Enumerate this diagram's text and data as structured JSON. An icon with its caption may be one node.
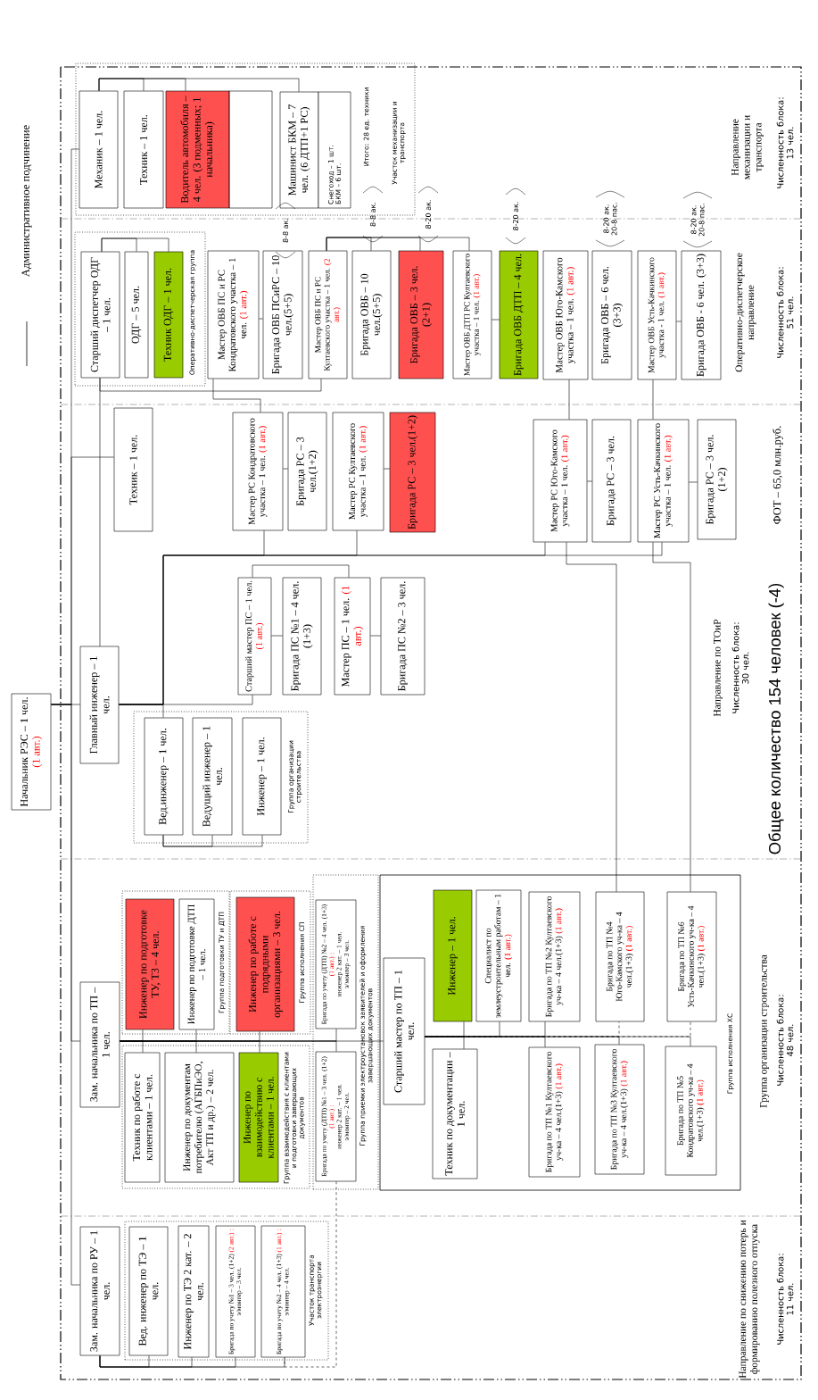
{
  "diagram": {
    "nodes": [
      {
        "text": [
          "Начальник РЭС – 1 чел.",
          "(1 авт.)"
        ]
      },
      {
        "text": [
          "Главный инженер – 1 чел."
        ]
      },
      {
        "text": [
          "Участок механизации и транспорта",
          "Итого: 28 ед. техники"
        ]
      },
      {
        "text": [
          "Механик – 1 чел."
        ],
        "in": 2
      },
      {
        "text": [
          "Техник – 1 чел."
        ],
        "in": 2
      },
      {
        "text": [
          "Водитель автомобиля – 4 чел. (3 подменных; 1 начальника)"
        ],
        "in": 2
      },
      {
        "text": [],
        "shape": "box",
        "in": 2
      },
      {
        "text": [
          "Машинист БКМ – 7 чел. (6 ДТП+1 РС)"
        ],
        "in": 2
      },
      {
        "text": [
          "Снегоход – 1 шт.",
          "БКМ – 6 шт."
        ],
        "in": 2
      },
      {
        "text": [
          "Оперативно-диспетчерская группа"
        ]
      },
      {
        "text": [
          "Старший диспетчер ОДГ – 1 чел."
        ],
        "in": 9
      },
      {
        "text": [
          "ОДГ – 5 чел."
        ],
        "in": 9
      },
      {
        "text": [
          "Техник ОДГ – 1 чел."
        ],
        "in": 9
      },
      {
        "text": [
          "Мастер ОВБ ПС и РС Кондратовского участка – 1 чел.",
          "(1 авт.)"
        ]
      },
      {
        "text": [
          "Бригада ОВБ ПСиРС – 10 чел.(5+5)"
        ],
        "beside": [
          "8-8 ак."
        ]
      },
      {
        "text": [
          "Мастер ОВБ ПС и РС Култаевского участка – 1 чел.",
          "(2 авт.)"
        ]
      },
      {
        "text": [
          "Бригада ОВБ – 10 чел.(5+5)"
        ],
        "beside": [
          "8-8 ак."
        ]
      },
      {
        "text": [
          "Бригада ОВБ – 3 чел. (2+1)"
        ],
        "beside": [
          "8-20 ак."
        ]
      },
      {
        "text": [
          "Мастер ОВБ ДТП РС Култаевского участка – 1 чел.",
          "(1 авт.)"
        ]
      },
      {
        "text": [
          "Бригада ОВБ ДТП – 4 чел."
        ],
        "beside": [
          "8-20 ак."
        ]
      },
      {
        "text": [
          "Мастер ОВБ Юго-Камского участка – 1 чел.",
          "(1 авт.)"
        ]
      },
      {
        "text": [
          "Бригада ОВБ – 6 чел. (3+3)"
        ],
        "beside": [
          "8-20 ак.",
          "20-8 пас."
        ]
      },
      {
        "text": [
          "Мастер ОВБ Усть-Качкинского участка - 1 чел.",
          "(1 авт.)"
        ]
      },
      {
        "text": [
          "Бригада ОВБ - 6 чел. (3+3)"
        ],
        "beside": [
          "8-20 ак.",
          "20-8 пас."
        ]
      },
      {
        "text": [
          "Техник – 1 чел."
        ]
      },
      {
        "text": [
          "Мастер РС Кондратовского участка – 1 чел.",
          "(1 авт.)"
        ]
      },
      {
        "text": [
          "Бригада РС – 3 чел.(1+2)"
        ]
      },
      {
        "text": [
          "Мастер РС Култаевского участка – 1 чел.",
          "(1 авт.)"
        ]
      },
      {
        "text": [
          "Бригада РС – 3 чел.(1+2)"
        ]
      },
      {
        "text": [
          "Мастер РС Юго-Камского участка – 1 чел.",
          "(1 авт.)"
        ]
      },
      {
        "text": [
          "Бригада РС – 3 чел."
        ]
      },
      {
        "text": [
          "Мастер РС Усть-Качкинского участка – 1 чел.",
          "(1 авт.)"
        ]
      },
      {
        "text": [
          "Бригада РС – 3 чел. (1+2)"
        ]
      },
      {
        "text": [
          "Старший мастер ПС – 1 чел.",
          "(1 авт.)"
        ]
      },
      {
        "text": [
          "Бригада ПС №1 – 4 чел. (1+3)"
        ]
      },
      {
        "text": [
          "Мастер ПС – 1 чел.",
          "(1 авт.)"
        ]
      },
      {
        "text": [
          "Бригада ПС №2 – 3 чел."
        ]
      },
      {
        "text": [
          "Группа организации строительства"
        ]
      },
      {
        "text": [
          "Вед.инженер – 1 чел."
        ],
        "in": 37
      },
      {
        "text": [
          "Ведущий инженер – 1 чел."
        ],
        "in": 37
      },
      {
        "text": [
          "Инженер – 1 чел."
        ],
        "in": 37
      },
      {
        "text": [
          "Зам. начальника по ТП – 1 чел."
        ]
      },
      {
        "text": [
          "Группа подготовки ТУ и ДТП"
        ]
      },
      {
        "text": [
          "Инженер по подготовке ТУ, ТЗ – 4 чел."
        ],
        "in": 42
      },
      {
        "text": [
          "Инженер по подготовке ДТП – 1 чел."
        ],
        "in": 42
      },
      {
        "text": [
          "Группа исполнения СП"
        ]
      },
      {
        "text": [
          "Инженер по работе с подрядными организациями – 3 чел."
        ],
        "in": 45
      },
      {
        "text": [
          "Группа приемки электроустановок заявителей и оформления завершающих документов"
        ]
      },
      {
        "text": [
          "Бригада по учету (ДТП) №2 – 4 чел. (1+3)",
          "(1 авт.) :",
          "инженер 2 кат. – 1 чел.",
          "э/монтер – 3 чел."
        ],
        "in": 47
      },
      {
        "text": [
          "Бригада по учету (ДТП) №1 – 3 чел. (1+2)",
          "(1 авт.) :",
          "инженер 2 кат. – 1 чел.",
          "э/монтер – 2 чел."
        ],
        "in": 47
      },
      {
        "text": [
          "Группа взаимодействия с клиентами и подготовки завершающих документов"
        ]
      },
      {
        "text": [
          "Техник по работе с клиентами – 1 чел."
        ],
        "in": 50
      },
      {
        "text": [
          "Инженер по документам потребителю (АГБПиЭО, Акт ТП и др.) – 2 чел."
        ],
        "in": 50
      },
      {
        "text": [
          "Инженер по взаимодействию с клиентами – 1 чел."
        ],
        "in": 50
      },
      {
        "text": [
          "Группа исполнения ХС"
        ]
      },
      {
        "text": [
          "Старший мастер по ТП – 1 чел."
        ],
        "in": 54
      },
      {
        "text": [
          "Инженер – 1 чел."
        ],
        "in": 54
      },
      {
        "text": [
          "Специалист по землеустроительным работам – 1 чел.",
          "(1 авт.)"
        ],
        "in": 54
      },
      {
        "text": [
          "Бригада по ТП №2 Култаевского уч-ка – 4 чел.(1+3)",
          "(1 авт.)"
        ],
        "in": 54
      },
      {
        "text": [
          "Бригада по ТП №4 Юго-Камского уч-ка – 4 чел.(1+3)",
          "(1 авт.)"
        ],
        "in": 54
      },
      {
        "text": [
          "Бригада по ТП №6 Усть-Качкинского уч-ка – 4 чел.(1+3)",
          "(1 авт.)"
        ],
        "in": 54
      },
      {
        "text": [
          "Техник по документации – 1 чел."
        ],
        "in": 54
      },
      {
        "text": [
          "Бригада по ТП №1 Култаевского уч-ка – 4 чел.(1+3)",
          "(1 авт.)"
        ],
        "in": 54
      },
      {
        "text": [
          "Бригада по ТП №3 Култаевского уч-ка – 4 чел.(1+3)",
          "(1 авт.)"
        ],
        "in": 54
      },
      {
        "text": [
          "Бригада по ТП №5 Кондратовского уч-ка – 4 чел.(1+3)",
          "(1 авт.)"
        ],
        "in": 54
      },
      {
        "text": [
          "Зам. начальника по РУ – 1 чел."
        ]
      },
      {
        "text": [
          "Участок транспорта электроэнергии"
        ]
      },
      {
        "text": [
          "Вед. инженер по ТЭ – 1 чел."
        ],
        "in": 66
      },
      {
        "text": [
          "Инженер по ТЭ 2 кат. – 2 чел."
        ],
        "in": 66
      },
      {
        "text": [
          "Бригада по учету №1 – 3 чел. (1+2)",
          "(2 авт.) :",
          "э/монтер – 3 чел."
        ],
        "in": 66
      },
      {
        "text": [
          "Бригада по учету №2 – 4 чел. (1+3)",
          "(1 авт.) :",
          "э/монтер – 4 чел."
        ],
        "in": 66
      }
    ],
    "edges": [
      {
        "from": 0,
        "to": 1,
        "arrow": "none"
      },
      {
        "from": 0,
        "to": 3,
        "arrow": "none"
      },
      {
        "from": 0,
        "to": 24,
        "arrow": "none"
      },
      {
        "from": 0,
        "to": 41,
        "arrow": "none"
      },
      {
        "from": 0,
        "to": 65,
        "arrow": "none"
      },
      {
        "from": 3,
        "to": 4,
        "arrow": "none"
      },
      {
        "from": 3,
        "to": 5,
        "arrow": "none"
      },
      {
        "from": 3,
        "to": 7,
        "arrow": "none"
      },
      {
        "from": 1,
        "to": 10,
        "arrow": "none"
      },
      {
        "from": 10,
        "to": 11,
        "arrow": "none"
      },
      {
        "from": 10,
        "to": 12,
        "arrow": "none"
      },
      {
        "from": 10,
        "to": 15,
        "arrow": "none"
      },
      {
        "from": 13,
        "to": 14,
        "arrow": "none"
      },
      {
        "from": 13,
        "to": 25,
        "arrow": "none"
      },
      {
        "from": 15,
        "to": 16,
        "arrow": "none"
      },
      {
        "from": 15,
        "to": 17,
        "arrow": "none"
      },
      {
        "from": 15,
        "to": 18,
        "arrow": "none"
      },
      {
        "from": 18,
        "to": 19,
        "arrow": "none"
      },
      {
        "from": 20,
        "to": 29,
        "arrow": "none"
      },
      {
        "from": 22,
        "to": 31,
        "arrow": "none"
      },
      {
        "from": 22,
        "to": 23,
        "arrow": "none"
      },
      {
        "from": 1,
        "to": 33,
        "arrow": "none"
      },
      {
        "from": 33,
        "to": 34,
        "arrow": "none"
      },
      {
        "from": 33,
        "to": 35,
        "arrow": "none"
      },
      {
        "from": 35,
        "to": 36,
        "arrow": "none"
      },
      {
        "from": 1,
        "to": 38,
        "arrow": "none"
      },
      {
        "from": 38,
        "to": 39,
        "arrow": "none"
      },
      {
        "from": 38,
        "to": 40,
        "arrow": "none"
      },
      {
        "from": 1,
        "to": 25,
        "arrow": "none"
      },
      {
        "from": 1,
        "to": 27,
        "arrow": "none"
      },
      {
        "from": 1,
        "to": 29,
        "arrow": "none"
      },
      {
        "from": 1,
        "to": 31,
        "arrow": "none"
      },
      {
        "from": 25,
        "to": 26,
        "arrow": "none"
      },
      {
        "from": 27,
        "to": 28,
        "arrow": "none"
      },
      {
        "from": 29,
        "to": 30,
        "arrow": "none"
      },
      {
        "from": 31,
        "to": 32,
        "arrow": "none"
      },
      {
        "from": 29,
        "to": 59,
        "arrow": "none"
      },
      {
        "from": 31,
        "to": 60,
        "arrow": "none"
      },
      {
        "from": 41,
        "to": 43,
        "arrow": "none"
      },
      {
        "from": 41,
        "to": 51,
        "arrow": "none"
      },
      {
        "from": 41,
        "to": 44,
        "arrow": "none"
      },
      {
        "from": 41,
        "to": 52,
        "arrow": "none"
      },
      {
        "from": 41,
        "to": 46,
        "arrow": "none"
      },
      {
        "from": 41,
        "to": 53,
        "arrow": "none"
      },
      {
        "from": 41,
        "to": 48,
        "arrow": "none"
      },
      {
        "from": 41,
        "to": 49,
        "arrow": "none"
      },
      {
        "from": 41,
        "to": 55,
        "arrow": "none"
      },
      {
        "from": 55,
        "to": 56,
        "arrow": "none"
      },
      {
        "from": 55,
        "to": 61,
        "arrow": "none"
      },
      {
        "from": 55,
        "to": 57,
        "arrow": "none"
      },
      {
        "from": 55,
        "to": 58,
        "arrow": "none"
      },
      {
        "from": 55,
        "to": 62,
        "arrow": "none"
      },
      {
        "from": 55,
        "to": 59,
        "arrow": "none",
        "style": "dashed"
      },
      {
        "from": 55,
        "to": 63,
        "arrow": "none"
      },
      {
        "from": 55,
        "to": 60,
        "arrow": "none",
        "style": "dashed"
      },
      {
        "from": 55,
        "to": 64,
        "arrow": "none"
      },
      {
        "from": 65,
        "to": 67,
        "arrow": "none"
      },
      {
        "from": 65,
        "to": 68,
        "arrow": "none"
      },
      {
        "from": 65,
        "to": 69,
        "arrow": "none"
      },
      {
        "from": 65,
        "to": 70,
        "arrow": "none"
      },
      {
        "from": 49,
        "to": 70,
        "arrow": "none",
        "style": "dashed"
      }
    ],
    "labels": [
      "Направление механизации и транспорта",
      "Численность блока: 13 чел.",
      "Оперативно-диспетчерское направление",
      "Численность блока: 51 чел.",
      "ФОТ – 65,0 млн.руб.",
      "Направление по ТОиР",
      "Численность блока: 30 чел.",
      "Общее количество 154 человек (-4)",
      "Группа организации строительства",
      "Численность блока: 48 чел.",
      "Направление по снижению потерь и формированию полезного отпуска",
      "Численность блока: 11 чел."
    ],
    "legend": [
      {
        "text": "Административное подчинение"
      }
    ]
  }
}
